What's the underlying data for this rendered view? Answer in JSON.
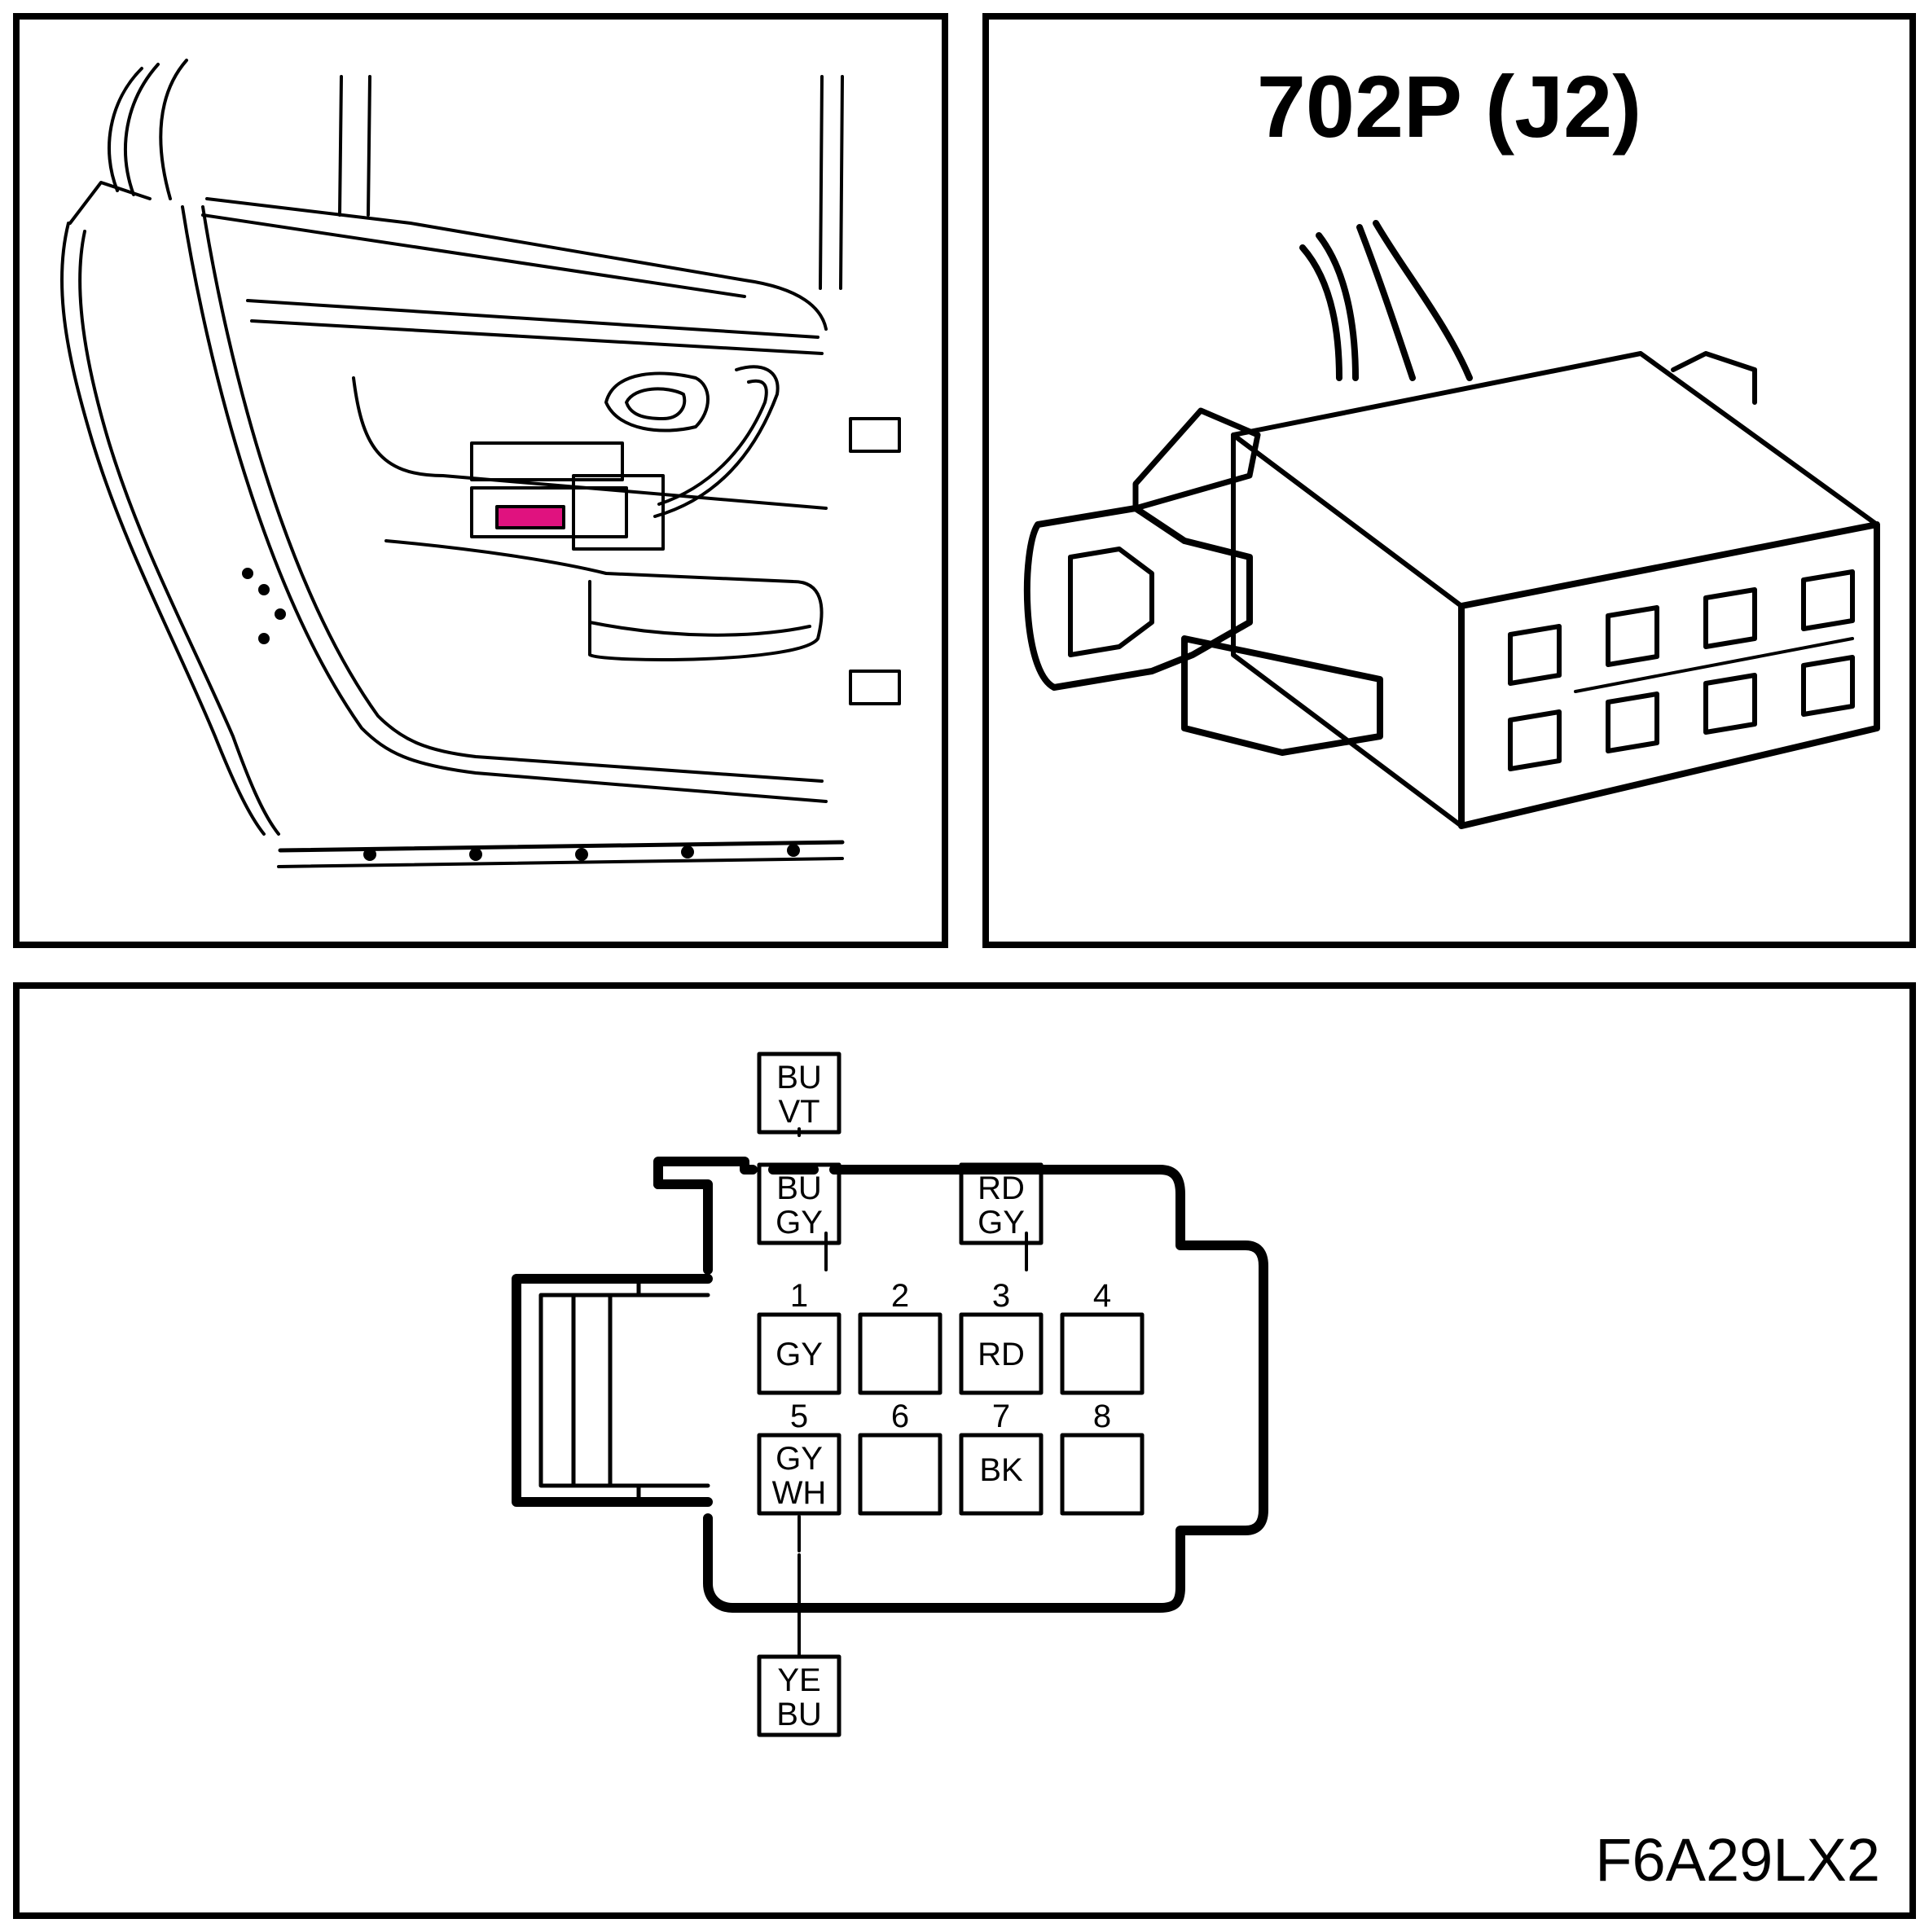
{
  "connector_title": "702P (J2)",
  "figure_ref": "F6A29LX2",
  "colors": {
    "line": "#000000",
    "highlight": "#e0127f",
    "background": "#ffffff"
  },
  "pins": [
    {
      "num": "1",
      "color": [
        "GY"
      ]
    },
    {
      "num": "2",
      "color": []
    },
    {
      "num": "3",
      "color": [
        "RD"
      ]
    },
    {
      "num": "4",
      "color": []
    },
    {
      "num": "5",
      "color": [
        "GY",
        "WH"
      ]
    },
    {
      "num": "6",
      "color": []
    },
    {
      "num": "7",
      "color": [
        "BK"
      ]
    },
    {
      "num": "8",
      "color": []
    }
  ],
  "wire_labels": {
    "pin1_upper": [
      "BU",
      "VT"
    ],
    "pin1_lower": [
      "BU",
      "GY"
    ],
    "pin3": [
      "RD",
      "GY"
    ],
    "pin5": [
      "YE",
      "BU"
    ]
  }
}
